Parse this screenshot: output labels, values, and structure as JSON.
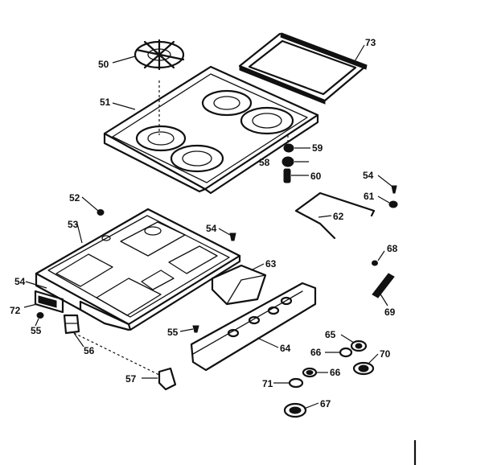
{
  "callouts": {
    "c50": "50",
    "c51": "51",
    "c52": "52",
    "c53": "53",
    "c54a": "54",
    "c54b": "54",
    "c54c": "54",
    "c55a": "55",
    "c55b": "55",
    "c56": "56",
    "c57": "57",
    "c58": "58",
    "c59": "59",
    "c60": "60",
    "c61": "61",
    "c62": "62",
    "c63": "63",
    "c64": "64",
    "c65": "65",
    "c66a": "66",
    "c66b": "66",
    "c67": "67",
    "c68": "68",
    "c69": "69",
    "c70": "70",
    "c71": "71",
    "c72": "72",
    "c73": "73"
  }
}
